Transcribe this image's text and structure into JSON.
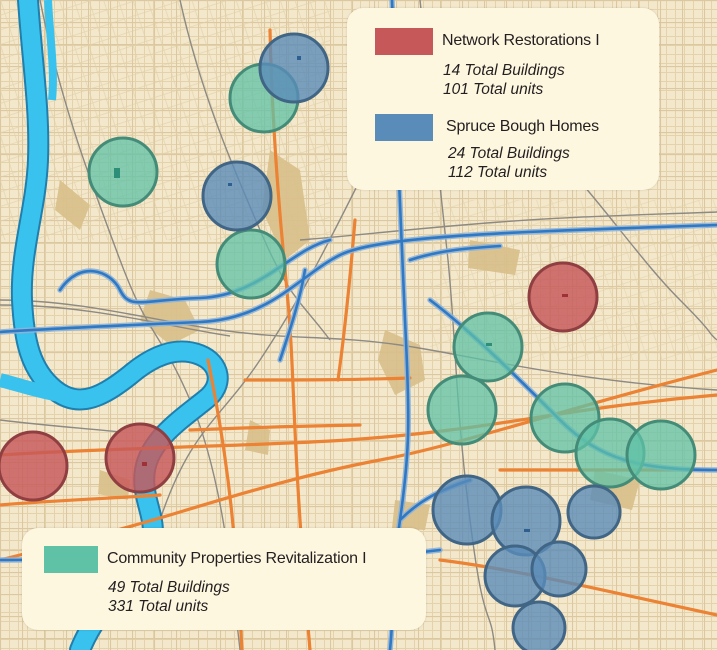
{
  "colors": {
    "background": "#f4e8cc",
    "land_texture": "#eadbb4",
    "park": "#d8bf8a",
    "river": "#3ac2ee",
    "river_outline": "#1f7fae",
    "highway": "#2f78c3",
    "highway_casing": "#8fb3d8",
    "arterial": "#ec8233",
    "rail": "#8d8a84",
    "legend_background": "#fdf7e0",
    "network_restorations": "#c7585a",
    "spruce_bough_homes": "#5a8cb9",
    "community_properties": "#5fc2a7"
  },
  "legend": {
    "network_restorations": {
      "label": "Network Restorations I",
      "buildings": "14 Total Buildings",
      "units": "101 Total units",
      "color": "#c7585a"
    },
    "spruce_bough_homes": {
      "label": "Spruce Bough Homes",
      "buildings": "24 Total Buildings",
      "units": "112 Total units",
      "color": "#5a8cb9"
    },
    "community_properties": {
      "label": "Community Properties Revitalization I",
      "buildings": "49 Total Buildings",
      "units": "331 Total units",
      "color": "#5fc2a7"
    }
  }
}
